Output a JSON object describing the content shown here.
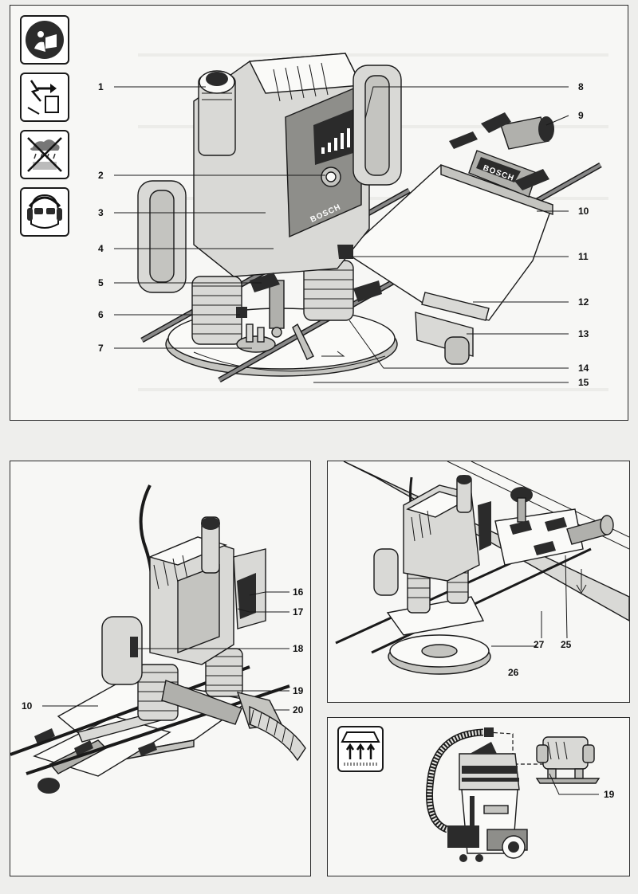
{
  "figure_1": {
    "brand_label": "BOSCH",
    "symbols": [
      "read-manual-icon",
      "unplug-before-service-icon",
      "no-rain-icon",
      "ear-eye-protection-icon"
    ],
    "callouts_left": [
      "1",
      "2",
      "3",
      "4",
      "5",
      "6",
      "7"
    ],
    "callouts_right": [
      "8",
      "9",
      "10",
      "11",
      "12",
      "13",
      "14",
      "15"
    ]
  },
  "figure_2": {
    "callouts": [
      "16",
      "17",
      "18",
      "19",
      "20",
      "10"
    ]
  },
  "figure_3": {
    "callouts": [
      "27",
      "25",
      "26"
    ]
  },
  "figure_4": {
    "callouts": [
      "19"
    ],
    "symbol": "dust-extraction-icon"
  }
}
